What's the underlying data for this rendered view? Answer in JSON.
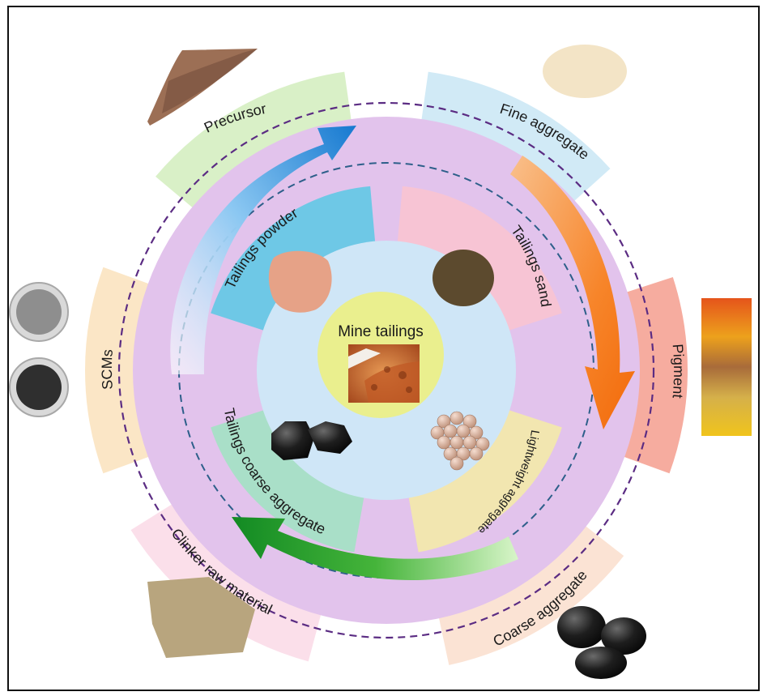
{
  "center": {
    "label": "Mine tailings"
  },
  "inner_ring": [
    {
      "key": "tailings-powder",
      "label": "Tailings powder"
    },
    {
      "key": "tailings-sand",
      "label": "Tailings sand"
    },
    {
      "key": "lightweight-aggregate",
      "label": "Lightweight aggregate"
    },
    {
      "key": "tailings-coarse-aggregate",
      "label": "Tailings coarse aggregate"
    }
  ],
  "outer_ring": [
    {
      "key": "precursor",
      "label": "Precursor"
    },
    {
      "key": "fine-aggregate",
      "label": "Fine aggregate"
    },
    {
      "key": "pigment",
      "label": "Pigment"
    },
    {
      "key": "coarse-aggregate",
      "label": "Coarse aggregate"
    },
    {
      "key": "clinker-raw-material",
      "label": "Clinker raw material"
    },
    {
      "key": "scms",
      "label": "SCMs"
    }
  ],
  "colors": {
    "outer_disc": "#e2c3ec",
    "inner_disc": "#cfe6f7",
    "center_disc": "#eaef8e",
    "arrow_blue": "#1e88d6",
    "arrow_orange": "#f57d1f",
    "arrow_green": "#23a336",
    "dash_outer": "#5b2c83",
    "dash_inner": "#2d5f8a"
  }
}
